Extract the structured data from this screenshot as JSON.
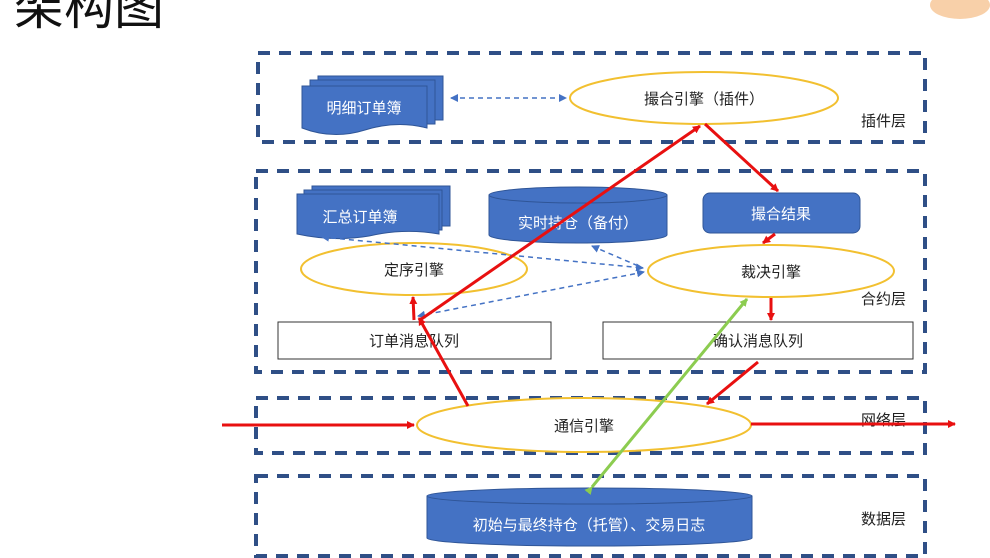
{
  "title": "架构图",
  "layers": {
    "plugin": "插件层",
    "contract": "合约层",
    "network": "网络层",
    "data": "数据层"
  },
  "nodes": {
    "detail_book": "明细订单簿",
    "match_engine": "撮合引擎（插件）",
    "summary_book": "汇总订单簿",
    "realtime_position": "实时持仓（备付）",
    "match_result": "撮合结果",
    "sequencer": "定序引擎",
    "arbiter": "裁决引擎",
    "order_queue": "订单消息队列",
    "confirm_queue": "确认消息队列",
    "comm_engine": "通信引擎",
    "storage": "初始与最终持仓（托管）、交易日志"
  },
  "colors": {
    "layer_border": "#2f4f86",
    "shape_fill": "#4472c4",
    "ellipse_stroke": "#f2c030",
    "red_flow": "#e81010",
    "green_flow": "#8ccc50",
    "dashed_link": "#4472c4"
  }
}
